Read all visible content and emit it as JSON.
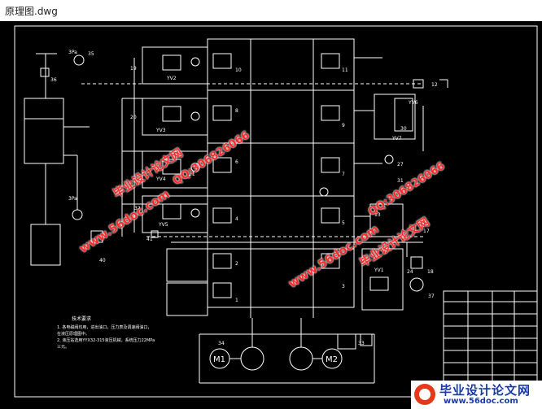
{
  "window": {
    "title": "原理图.dwg"
  },
  "drawing": {
    "labels": {
      "l35": "35",
      "l36": "36",
      "l3pa": "3Pa",
      "l3pb": "3Pa",
      "l10": "10",
      "l11": "11",
      "l12": "12",
      "l13": "13",
      "l19": "19",
      "l20": "20",
      "l21": "21",
      "l9": "9",
      "l8": "8",
      "l7": "7",
      "l6": "6",
      "l5": "5",
      "l4": "4",
      "l3": "3",
      "l2": "2",
      "l1": "1",
      "l17": "17",
      "l18": "18",
      "l24": "24",
      "l27": "27",
      "l30": "30",
      "l31": "31",
      "l32": "32",
      "l33": "33",
      "l34": "34",
      "l37": "37",
      "l40": "40",
      "l41": "41",
      "yv1": "YV1",
      "yv2": "YV2",
      "yv3": "YV3",
      "yv4": "YV4",
      "yv5": "YV5",
      "yv6": "YV6",
      "yv7": "YV7",
      "m1": "M1",
      "m2": "M2"
    },
    "notes": {
      "title": "技术要求",
      "line1": "1. 各电磁阀均用，进出油口，压力表及调速阀油口，",
      "line2": "   在液压原理图中。",
      "line3": "2. 液压站选用YYX32-315液压机械，系统压力22MPa",
      "line4": "   三元。"
    }
  },
  "watermarks": {
    "site": "www.56doc.com",
    "cn": "毕业设计论文网",
    "qq": "QQ:306826066"
  },
  "brand": {
    "name": "毕业设计论文网",
    "url": "www.56doc.com"
  }
}
